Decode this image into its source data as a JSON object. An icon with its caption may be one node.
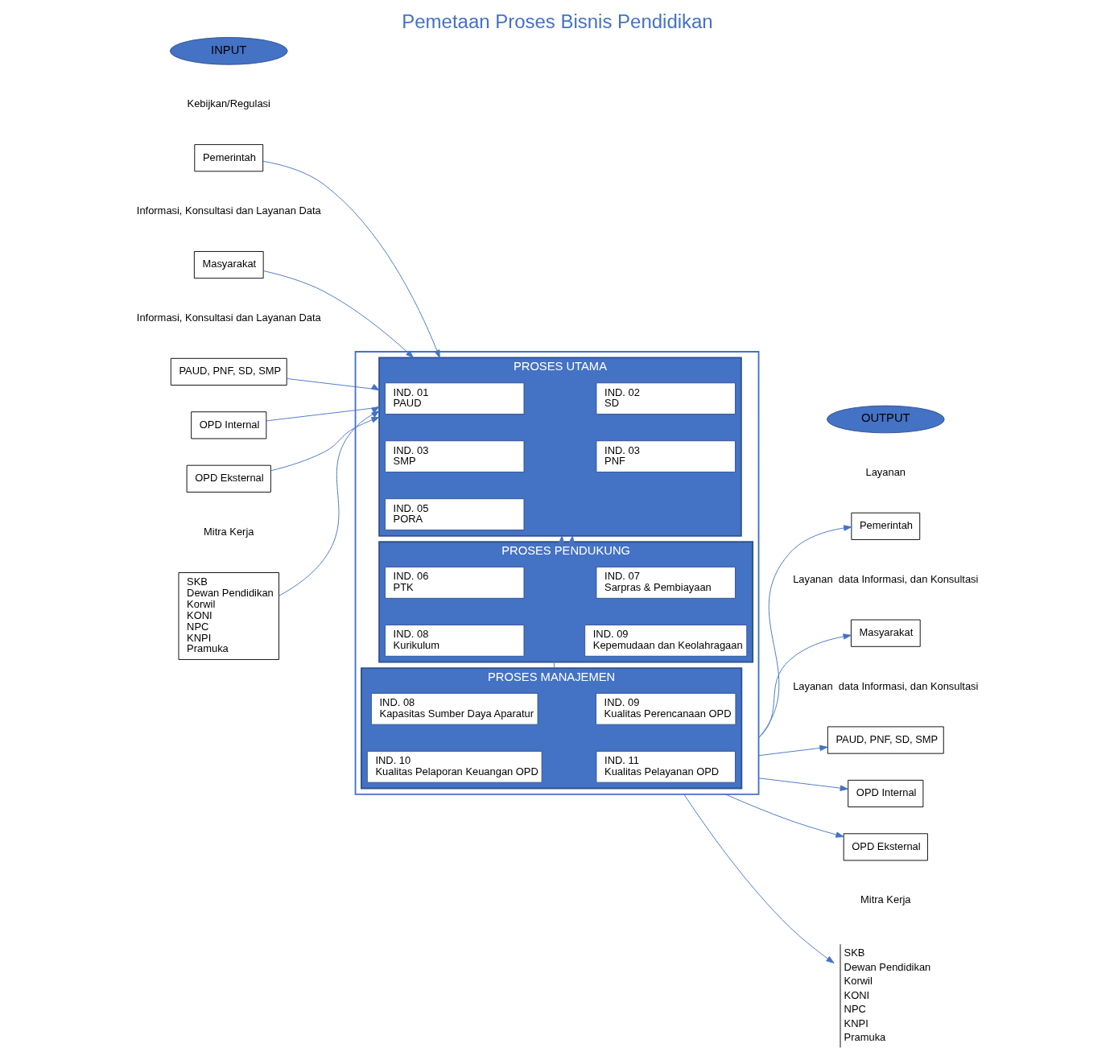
{
  "diagram": {
    "title": "Pemetaan Proses Bisnis Pendidikan",
    "nodes": [
      {
        "text": [
          "INPUT"
        ]
      },
      {
        "text": [
          "Pemerintah"
        ],
        "beside": [
          "Kebijkan/Regulasi"
        ]
      },
      {
        "text": [
          "Masyarakat"
        ],
        "beside": [
          "Informasi, Konsultasi dan Layanan Data"
        ]
      },
      {
        "text": [
          "PAUD, PNF, SD, SMP"
        ],
        "beside": [
          "Informasi, Konsultasi dan Layanan Data"
        ]
      },
      {
        "text": [
          "OPD Internal"
        ]
      },
      {
        "text": [
          "OPD Eksternal"
        ]
      },
      {
        "text": [
          "SKB",
          "Dewan Pendidikan",
          "Korwil",
          "KONI",
          "NPC",
          "KNPI",
          "Pramuka"
        ],
        "beside": [
          "Mitra Kerja"
        ]
      },
      {
        "text": [],
        "shape": "box"
      },
      {
        "text": [
          "PROSES UTAMA"
        ],
        "in": 7
      },
      {
        "text": [
          "IND. 01",
          "PAUD"
        ],
        "in": 8
      },
      {
        "text": [
          "IND. 02",
          "SD"
        ],
        "in": 8
      },
      {
        "text": [
          "IND. 03",
          "SMP"
        ],
        "in": 8
      },
      {
        "text": [
          "IND. 03",
          "PNF"
        ],
        "in": 8
      },
      {
        "text": [
          "IND. 05",
          "PORA"
        ],
        "in": 8
      },
      {
        "text": [
          "PROSES PENDUKUNG"
        ],
        "in": 7
      },
      {
        "text": [
          "IND. 06",
          "PTK"
        ],
        "in": 14
      },
      {
        "text": [
          "IND. 07",
          "Sarpras & Pembiayaan"
        ],
        "in": 14
      },
      {
        "text": [
          "IND. 08",
          "Kurikulum"
        ],
        "in": 14
      },
      {
        "text": [
          "IND. 09",
          "Kepemudaan dan Keolahragaan"
        ],
        "in": 14
      },
      {
        "text": [
          "PROSES MANAJEMEN"
        ],
        "in": 7
      },
      {
        "text": [
          "IND. 08",
          "Kapasitas Sumber Daya Aparatur"
        ],
        "in": 19
      },
      {
        "text": [
          "IND. 09",
          "Kualitas Perencanaan OPD"
        ],
        "in": 19
      },
      {
        "text": [
          "IND. 10",
          "Kualitas Pelaporan Keuangan OPD"
        ],
        "in": 19
      },
      {
        "text": [
          "IND. 11",
          "Kualitas Pelayanan OPD"
        ],
        "in": 19
      },
      {
        "text": [
          "OUTPUT"
        ]
      },
      {
        "text": [
          "Pemerintah"
        ],
        "beside": [
          "Layanan"
        ]
      },
      {
        "text": [
          "Masyarakat"
        ],
        "beside": [
          "Layanan  data Informasi, dan Konsultasi"
        ]
      },
      {
        "text": [
          "PAUD, PNF, SD, SMP"
        ],
        "beside": [
          "Layanan  data Informasi, dan Konsultasi"
        ]
      },
      {
        "text": [
          "OPD Internal"
        ]
      },
      {
        "text": [
          "OPD Eksternal"
        ]
      },
      {
        "text": [
          "SKB",
          "Dewan Pendidikan",
          "Korwil",
          "KONI",
          "NPC",
          "KNPI",
          "Pramuka"
        ],
        "beside": [
          "Mitra Kerja"
        ]
      }
    ],
    "edges": [
      {
        "from": 1,
        "to": 8,
        "arrow": "to"
      },
      {
        "from": 2,
        "to": 8,
        "arrow": "to"
      },
      {
        "from": 3,
        "to": 8,
        "arrow": "to"
      },
      {
        "from": 4,
        "to": 8,
        "arrow": "to"
      },
      {
        "from": 5,
        "to": 8,
        "arrow": "to"
      },
      {
        "from": 6,
        "to": 8,
        "arrow": "to"
      },
      {
        "from": 19,
        "to": 8,
        "arrow": "to"
      },
      {
        "from": 14,
        "to": 8,
        "arrow": "to"
      },
      {
        "from": 7,
        "to": 25,
        "arrow": "to"
      },
      {
        "from": 7,
        "to": 26,
        "arrow": "to"
      },
      {
        "from": 7,
        "to": 27,
        "arrow": "to"
      },
      {
        "from": 7,
        "to": 28,
        "arrow": "to"
      },
      {
        "from": 7,
        "to": 29,
        "arrow": "to"
      },
      {
        "from": 7,
        "to": 30,
        "arrow": "to"
      }
    ]
  }
}
